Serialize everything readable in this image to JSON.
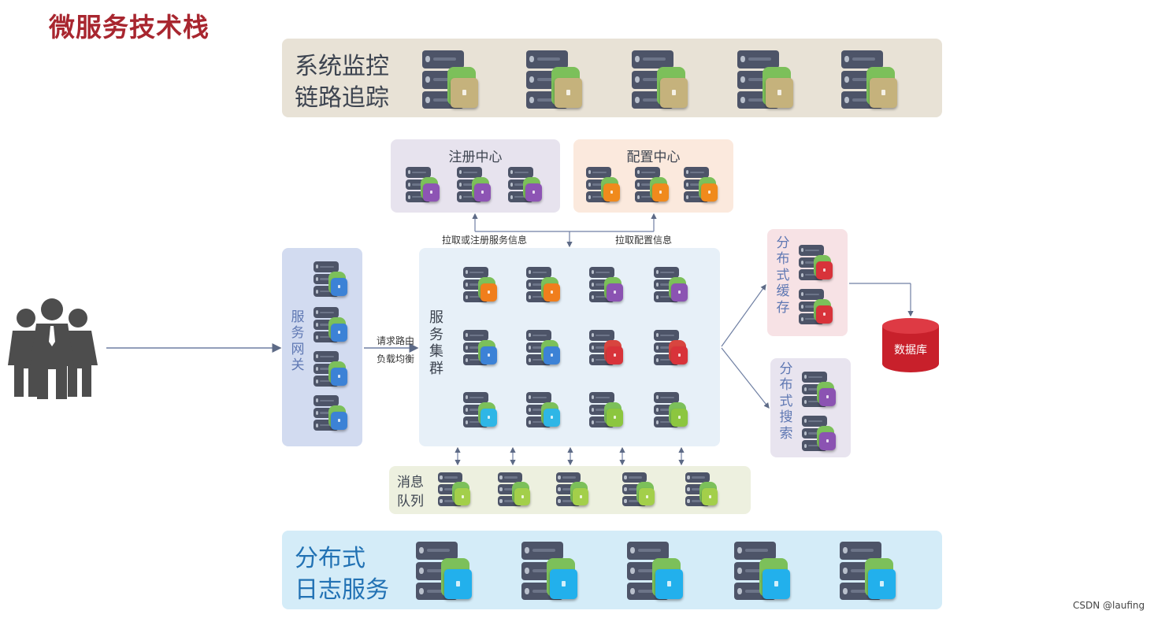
{
  "title": "微服务技术栈",
  "sections": {
    "monitor_label_1": "系统监控",
    "monitor_label_2": "链路追踪",
    "registry_label": "注册中心",
    "config_label": "配置中心",
    "pull_register_label": "拉取或注册服务信息",
    "pull_config_label": "拉取配置信息",
    "gateway_label": "服务网关",
    "route_label_1": "请求路由",
    "route_label_2": "负载均衡",
    "cluster_label": "服务集群",
    "cache_label": "分布式缓存",
    "search_label": "分布式搜索",
    "database_label": "数据库",
    "mq_label_1": "消息",
    "mq_label_2": "队列",
    "log_label_1": "分布式",
    "log_label_2": "日志服务"
  },
  "watermark": "CSDN @laufing",
  "colors": {
    "title_red": "#a8262f",
    "monitor_bg": "#e8e2d6",
    "registry_bg": "#e7e3ee",
    "config_bg": "#fbe9dd",
    "gateway_bg": "#d2dbf0",
    "cluster_bg": "#e7f0f8",
    "cache_bg": "#f7e2e5",
    "search_bg": "#e8e4ef",
    "mq_bg": "#edf0df",
    "log_bg": "#d4ecf8",
    "db_red": "#c8202b"
  },
  "icons": [
    "people-icon",
    "server-icon",
    "database-icon",
    "arrow-icon"
  ]
}
